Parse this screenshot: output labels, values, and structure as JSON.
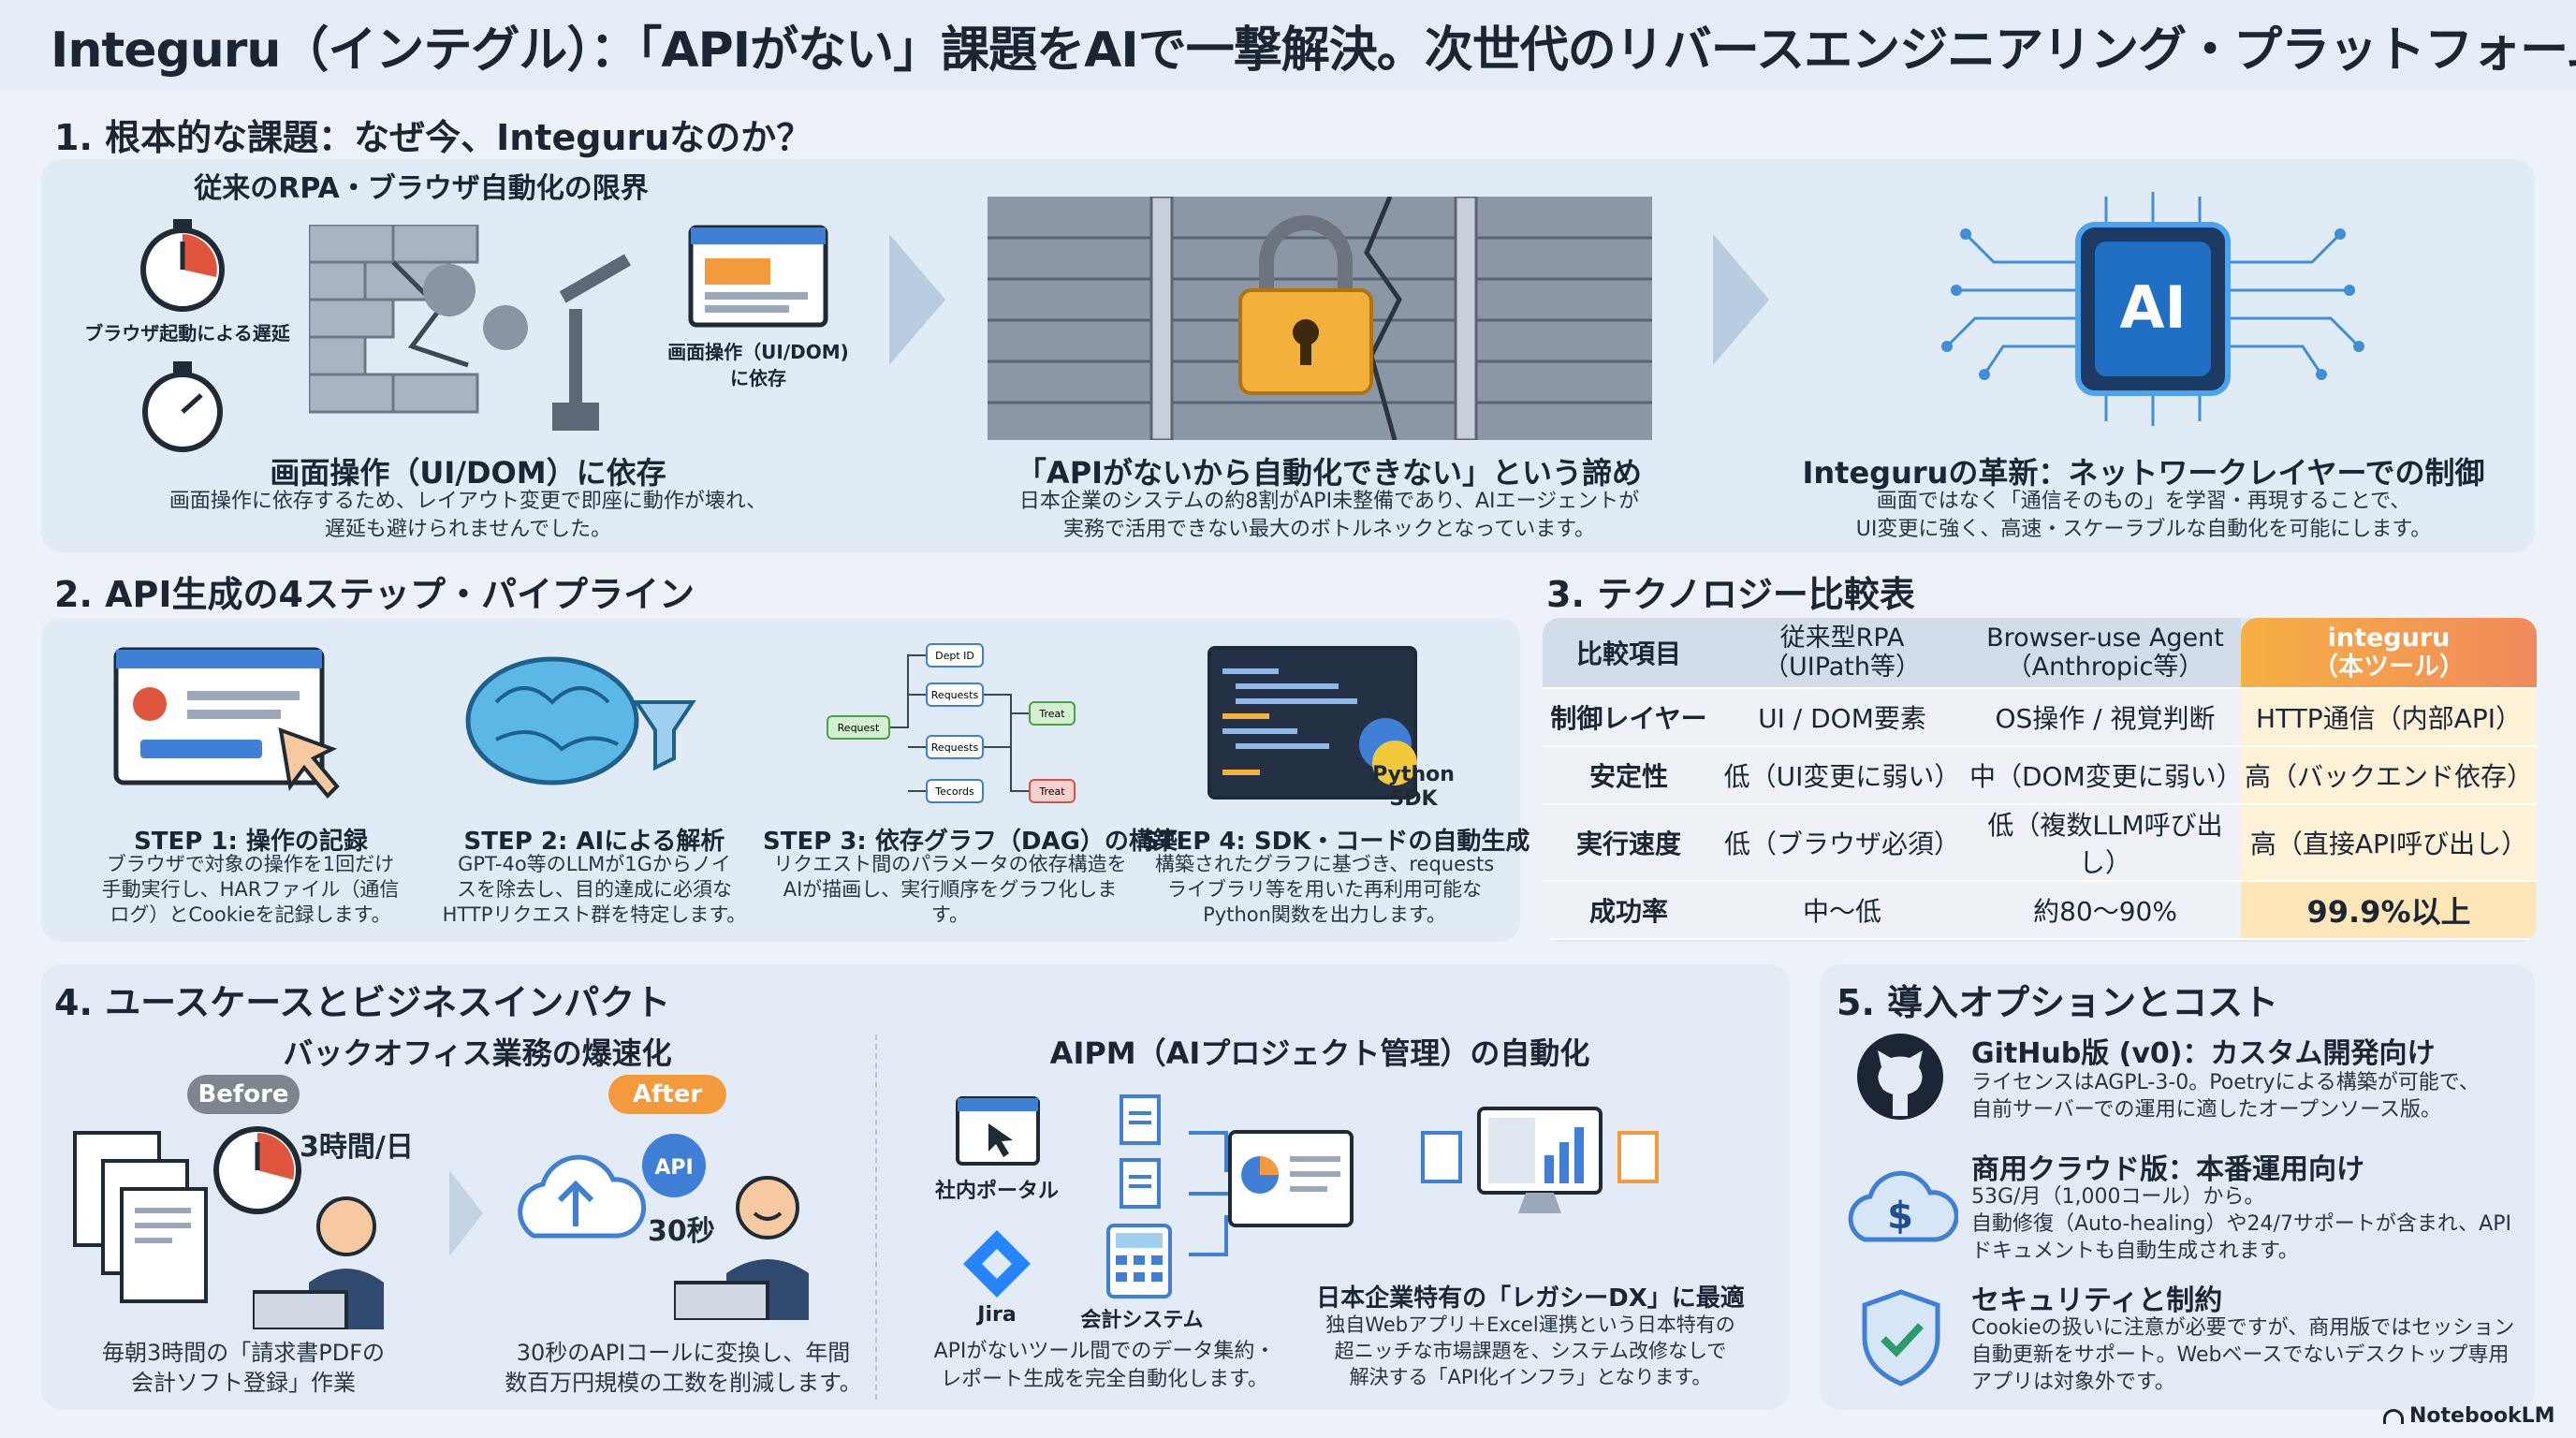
{
  "title": "Integuru（インテグル）：「APIがない」課題をAIで一撃解決。次世代のリバースエンジニアリング・プラットフォーム",
  "section1": {
    "heading": "1. 根本的な課題：なぜ今、Integuruなのか？",
    "panel1": {
      "header": "従来のRPA・ブラウザ自動化の限界",
      "clock_label": "ブラウザ起動による遅延",
      "screen_label_1": "画面操作（UI/DOM)",
      "screen_label_2": "に依存",
      "caption": "画面操作（UI/DOM）に依存",
      "desc_1": "画面操作に依存するため、レイアウト変更で即座に動作が壊れ、",
      "desc_2": "遅延も避けられませんでした。"
    },
    "panel2": {
      "caption": "「APIがないから自動化できない」という諦め",
      "desc_1": "日本企業のシステムの約8割がAPI未整備であり、AIエージェントが",
      "desc_2": "実務で活用できない最大のボトルネックとなっています。"
    },
    "panel3": {
      "chip_text": "AI",
      "caption": "Integuruの革新：ネットワークレイヤーでの制御",
      "desc_1": "画面ではなく「通信そのもの」を学習・再現することで、",
      "desc_2": "UI変更に強く、高速・スケーラブルな自動化を可能にします。"
    }
  },
  "section2": {
    "heading": "2. API生成の4ステップ・パイプライン",
    "steps": [
      {
        "title": "STEP 1: 操作の記録",
        "desc_1": "ブラウザで対象の操作を1回だけ",
        "desc_2": "手動実行し、HARファイル（通信",
        "desc_3": "ログ）とCookieを記録します。"
      },
      {
        "title": "STEP 2: AIによる解析",
        "desc_1": "GPT-4o等のLLMが1Gからノイ",
        "desc_2": "スを除去し、目的達成に必須な",
        "desc_3": "HTTPリクエスト群を特定します。"
      },
      {
        "title": "STEP 3: 依存グラフ（DAG）の構築",
        "desc_1": "リクエスト間のパラメータの依存構造を",
        "desc_2": "AIが描画し、実行順序をグラフ化しま",
        "desc_3": "す。"
      },
      {
        "title": "STEP 4: SDK・コードの自動生成",
        "desc_1": "構築されたグラフに基づき、requests",
        "desc_2": "ライブラリ等を用いた再利用可能な",
        "desc_3": "Python関数を出力します。"
      }
    ],
    "dag_nodes": [
      "Dept ID",
      "Requests",
      "Request",
      "Requests",
      "Treat",
      "Treat",
      "Tecords"
    ],
    "python_label_1": "Python",
    "python_label_2": "SDK"
  },
  "section3": {
    "heading": "3. テクノロジー比較表",
    "columns": [
      "比較項目",
      "従来型RPA\n（UIPath等）",
      "Browser-use Agent\n（Anthropic等）",
      "integuru\n（本ツール）"
    ],
    "col_head_1a": "従来型RPA",
    "col_head_1b": "（UIPath等）",
    "col_head_2a": "Browser-use Agent",
    "col_head_2b": "（Anthropic等）",
    "col_head_3a": "integuru",
    "col_head_3b": "（本ツール）",
    "col_head_0": "比較項目",
    "rows": [
      {
        "label": "制御レイヤー",
        "rpa": "UI / DOM要素",
        "agent": "OS操作 / 視覚判断",
        "integuru": "HTTP通信（内部API）"
      },
      {
        "label": "安定性",
        "rpa": "低（UI変更に弱い）",
        "agent": "中（DOM変更に弱い）",
        "integuru": "高（バックエンド依存）"
      },
      {
        "label": "実行速度",
        "rpa": "低（ブラウザ必須）",
        "agent": "低（複数LLM呼び出し）",
        "integuru": "高（直接API呼び出し）"
      },
      {
        "label": "成功率",
        "rpa": "中〜低",
        "agent": "約80〜90%",
        "integuru": "99.9%以上"
      }
    ]
  },
  "section4": {
    "heading": "4. ユースケースとビジネスインパクト",
    "left": {
      "title": "バックオフィス業務の爆速化",
      "before": "Before",
      "after": "After",
      "before_time": "3時間/日",
      "after_time": "30秒",
      "api_label": "API",
      "before_desc_1": "毎朝3時間の「請求書PDFの",
      "before_desc_2": "会計ソフト登録」作業",
      "after_desc_1": "30秒のAPIコールに変換し、年間",
      "after_desc_2": "数百万円規模の工数を削減します。"
    },
    "right": {
      "title": "AIPM（AIプロジェクト管理）の自動化",
      "portal": "社内ポータル",
      "jira": "Jira",
      "accounting": "会計システム",
      "desc_1": "APIがないツール間でのデータ集約・",
      "desc_2": "レポート生成を完全自動化します。",
      "dx_title": "日本企業特有の「レガシーDX」に最適",
      "dx_1": "独自Webアプリ＋Excel運携という日本特有の",
      "dx_2": "超ニッチな市場課題を、システム改修なしで",
      "dx_3": "解決する「API化インフラ」となります。"
    }
  },
  "section5": {
    "heading": "5. 導入オプションとコスト",
    "options": [
      {
        "icon": "github-icon",
        "title": "GitHub版 (v0)：カスタム開発向け",
        "desc_1": "ライセンスはAGPL-3-0。Poetryによる構築が可能で、",
        "desc_2": "自前サーバーでの運用に適したオープンソース版。",
        "desc_3": ""
      },
      {
        "icon": "cloud-dollar-icon",
        "title": "商用クラウド版：本番運用向け",
        "desc_1": "53G/月（1,000コール）から。",
        "desc_2": "自動修復（Auto-healing）や24/7サポートが含まれ、API",
        "desc_3": "ドキュメントも自動生成されます。"
      },
      {
        "icon": "shield-check-icon",
        "title": "セキュリティと制約",
        "desc_1": "Cookieの扱いに注意が必要ですが、商用版ではセッション",
        "desc_2": "自動更新をサポート。Webベースでないデスクトップ専用",
        "desc_3": "アプリは対象外です。"
      }
    ]
  },
  "footer": {
    "brand": "NotebookLM"
  },
  "colors": {
    "accent_orange": "#f39a3c",
    "panel_blue": "#e1ebf6",
    "chip_blue": "#1f6fc4",
    "highlight": "#fde7b8"
  }
}
